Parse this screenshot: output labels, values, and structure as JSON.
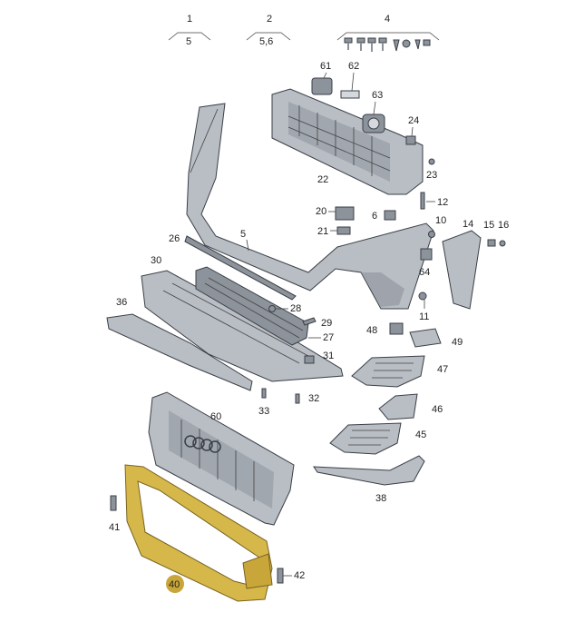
{
  "callouts": {
    "c1": "1",
    "c5a": "5",
    "c2": "2",
    "c56": "5,6",
    "c4": "4",
    "c61": "61",
    "c62": "62",
    "c63": "63",
    "c24": "24",
    "c23": "23",
    "c22": "22",
    "c12": "12",
    "c20": "20",
    "c6": "6",
    "c10": "10",
    "c14": "14",
    "c15": "15",
    "c16": "16",
    "c21": "21",
    "c26": "26",
    "c5b": "5",
    "c64": "64",
    "c11": "11",
    "c30": "30",
    "c36": "36",
    "c28": "28",
    "c29": "29",
    "c27": "27",
    "c48": "48",
    "c49": "49",
    "c31": "31",
    "c47": "47",
    "c33": "33",
    "c32": "32",
    "c60": "60",
    "c46": "46",
    "c45": "45",
    "c38": "38",
    "c41": "41",
    "c40": "40",
    "c42": "42"
  },
  "colors": {
    "highlight": "#d6b84a",
    "part": "#b9bec5",
    "badge": "#c9a63a"
  }
}
